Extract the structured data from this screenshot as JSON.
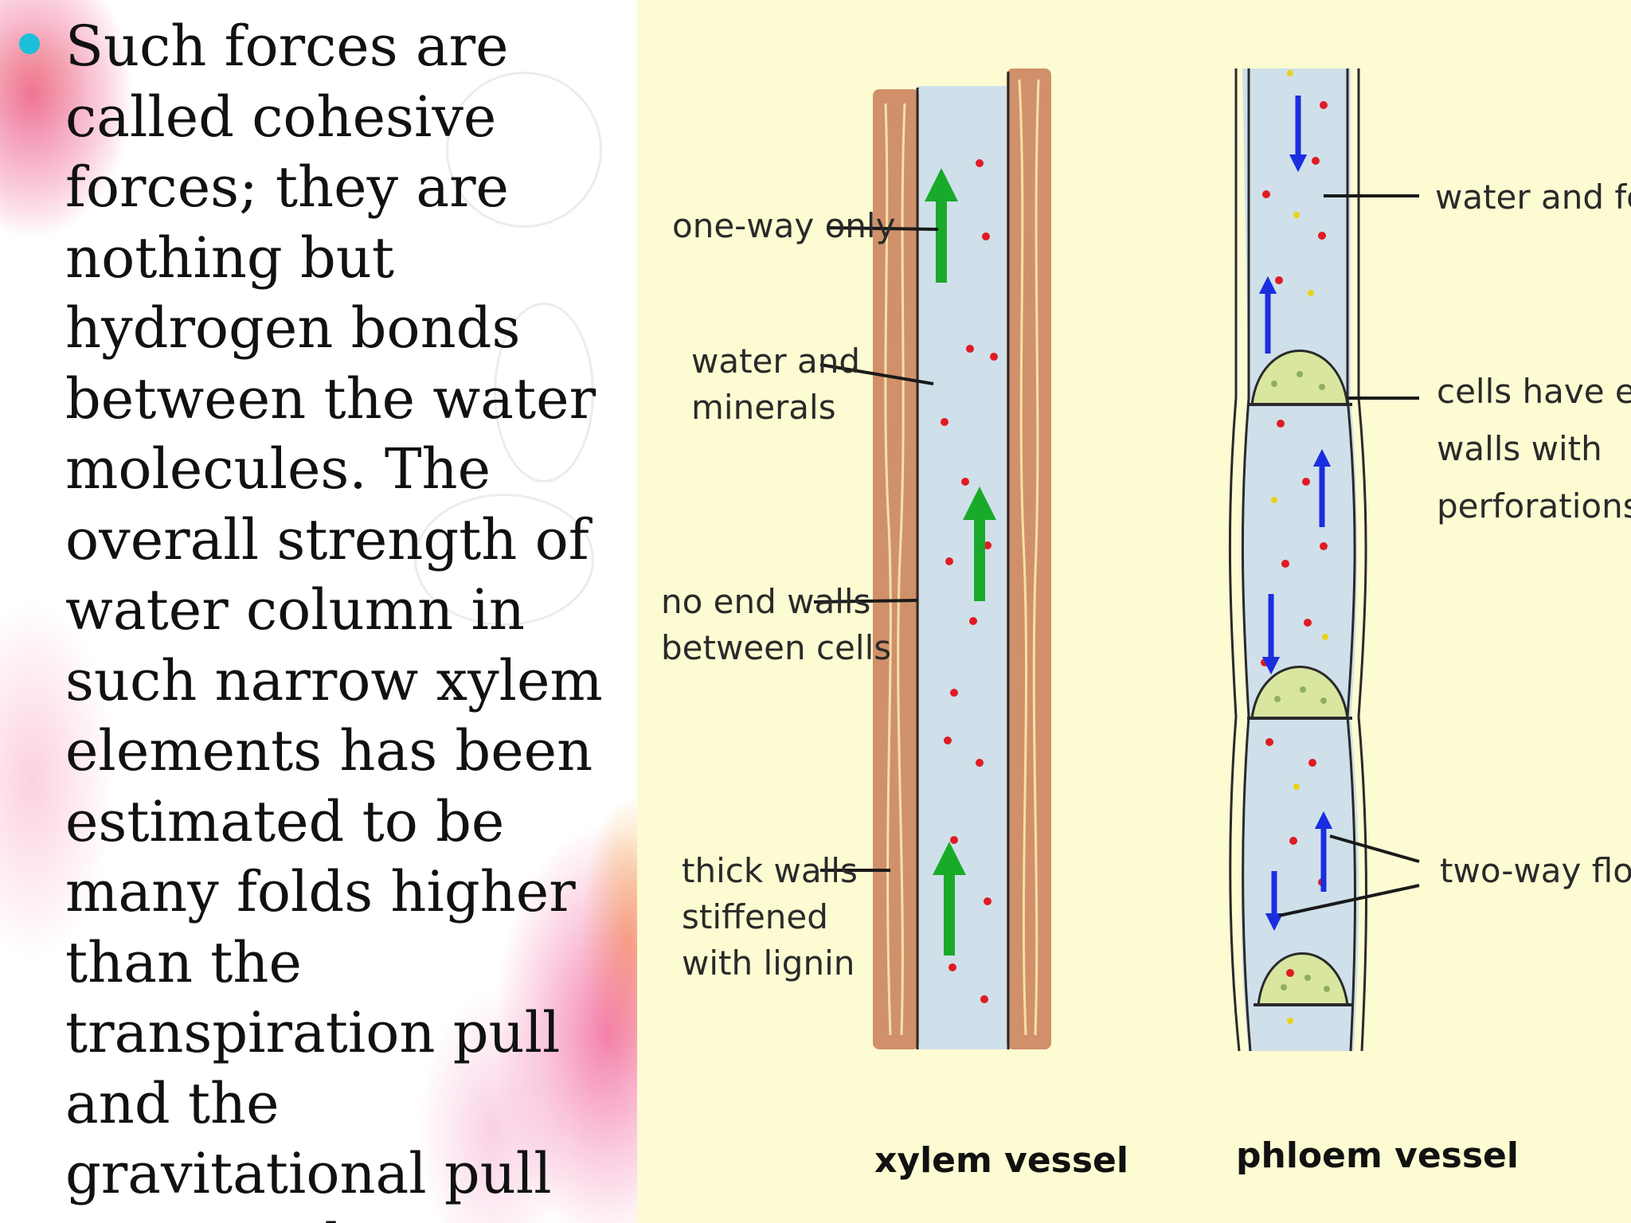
{
  "slide": {
    "body_text": "Such forces are called cohesive forces; they are nothing but hydrogen bonds between the water molecules.  The overall strength of water column in such narrow xylem elements has been estimated to be many folds higher than the transpiration pull and the gravitational pull put together."
  },
  "diagram": {
    "xylem": {
      "caption": "xylem vessel",
      "labels": [
        {
          "lines": [
            "one-way only"
          ]
        },
        {
          "lines": [
            "water and",
            "minerals"
          ]
        },
        {
          "lines": [
            "no end walls",
            "between cells"
          ]
        },
        {
          "lines": [
            "thick walls",
            "stiffened",
            "with lignin"
          ]
        }
      ]
    },
    "phloem": {
      "caption": "phloem vessel",
      "labels": [
        {
          "lines": [
            "water and food"
          ]
        },
        {
          "lines": [
            "cells have end",
            "walls with",
            "perforations"
          ]
        },
        {
          "lines": [
            "two-way flow"
          ]
        }
      ]
    },
    "colors": {
      "background": "#fcfbd2",
      "xylem_wall": "#d0906a",
      "lumen": "#cfe0ea",
      "green_arrow": "#1aaa2a",
      "blue_arrow": "#1a2ee0",
      "red_dot": "#e01b24",
      "yellow_dot": "#e8d21a",
      "sieve_plate": "#d8e6a0",
      "bullet": "#1bbfd8"
    }
  }
}
